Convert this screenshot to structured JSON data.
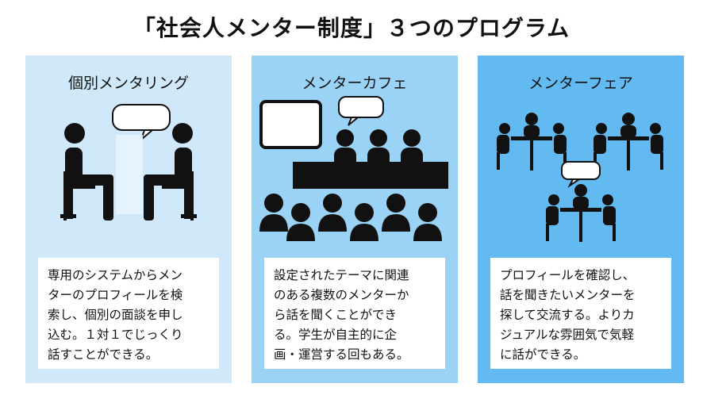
{
  "title": "「社会人メンター制度」３つのプログラム",
  "panels": [
    {
      "heading": "個別メンタリング",
      "lines": [
        "専用のシステムからメン",
        "ターのプロフィールを検",
        "索し、個別の面談を申し",
        "込む。１対１でじっくり",
        "話すことができる。"
      ]
    },
    {
      "heading": "メンターカフェ",
      "lines": [
        "設定されたテーマに関連",
        "のある複数のメンターか",
        "ら話を聞くことができ",
        "る。学生が自主的に企",
        "画・運営する回もある。"
      ]
    },
    {
      "heading": "メンターフェア",
      "lines": [
        "プロフィールを確認し、",
        "話を聞きたいメンターを",
        "探して交流する。よりカ",
        "ジュアルな雰囲気で気軽",
        "に話ができる。"
      ]
    }
  ],
  "colors": {
    "panel1": "#cfe9fb",
    "panel2": "#9bd3f6",
    "panel3": "#62baf0",
    "ink": "#111111"
  }
}
